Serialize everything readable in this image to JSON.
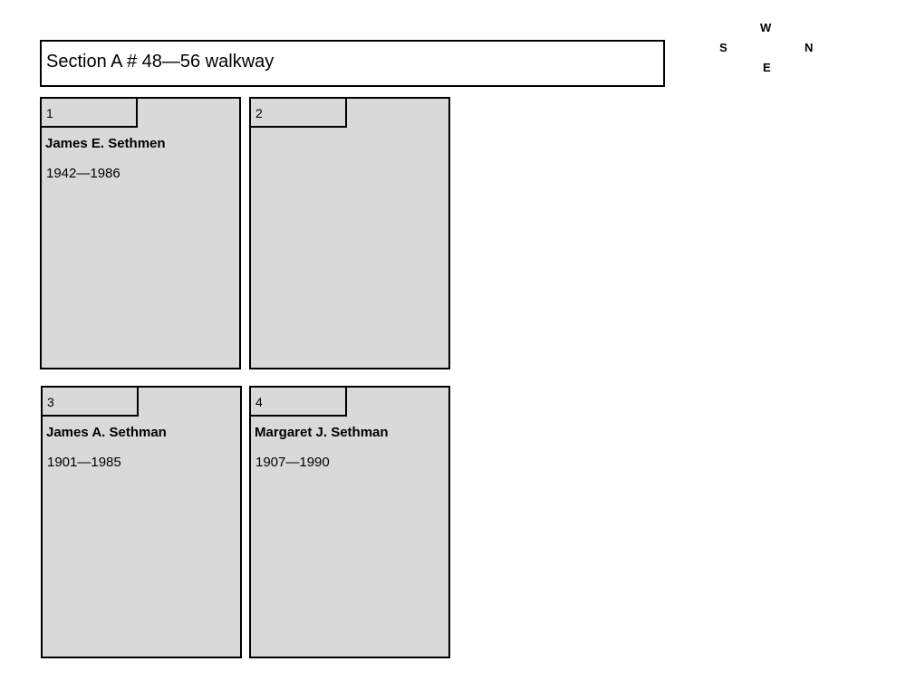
{
  "header": {
    "title": "Section A # 48—56 walkway"
  },
  "compass": {
    "top": "W",
    "left": "S",
    "right": "N",
    "bottom": "E"
  },
  "plots": [
    {
      "number": "1",
      "name": "James E. Sethmen",
      "dates": "1942—1986"
    },
    {
      "number": "2",
      "name": "",
      "dates": ""
    },
    {
      "number": "3",
      "name": "James A. Sethman",
      "dates": "1901—1985"
    },
    {
      "number": "4",
      "name": "Margaret J. Sethman",
      "dates": "1907—1990"
    }
  ],
  "colors": {
    "plot_fill": "#d9d9d9",
    "border": "#000000"
  }
}
